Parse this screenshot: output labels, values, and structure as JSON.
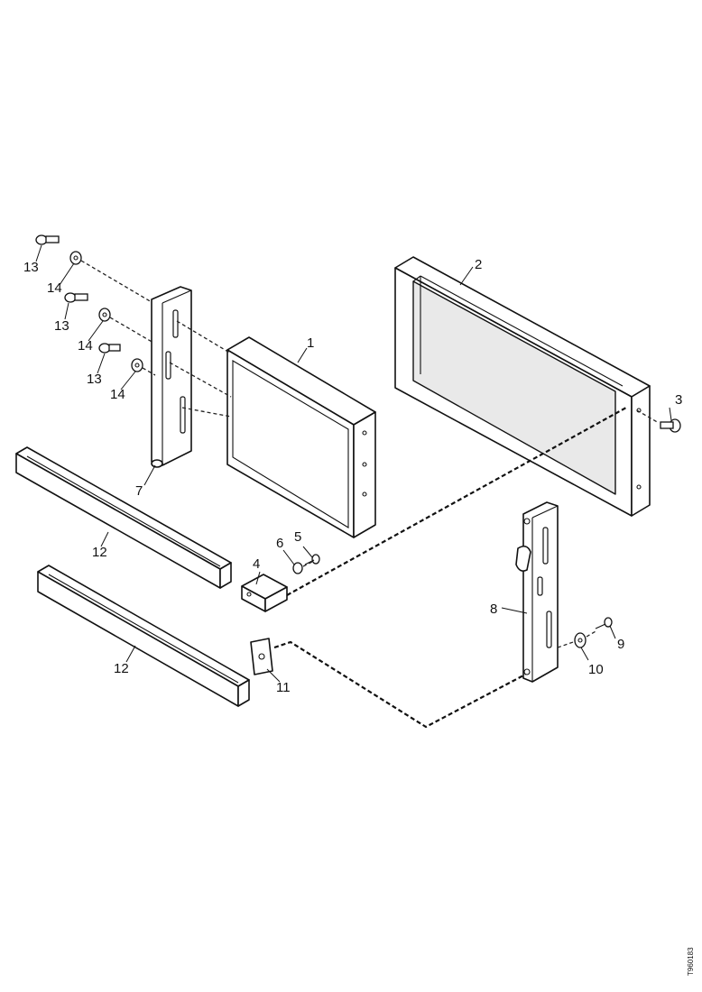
{
  "diagram": {
    "drawing_id": "T960183",
    "callouts": {
      "c1": "1",
      "c2": "2",
      "c3": "3",
      "c4": "4",
      "c5": "5",
      "c6": "6",
      "c7": "7",
      "c8": "8",
      "c9": "9",
      "c10": "10",
      "c11": "11",
      "c12a": "12",
      "c12b": "12",
      "c13a": "13",
      "c13b": "13",
      "c13c": "13",
      "c14a": "14",
      "c14b": "14",
      "c14c": "14"
    }
  }
}
